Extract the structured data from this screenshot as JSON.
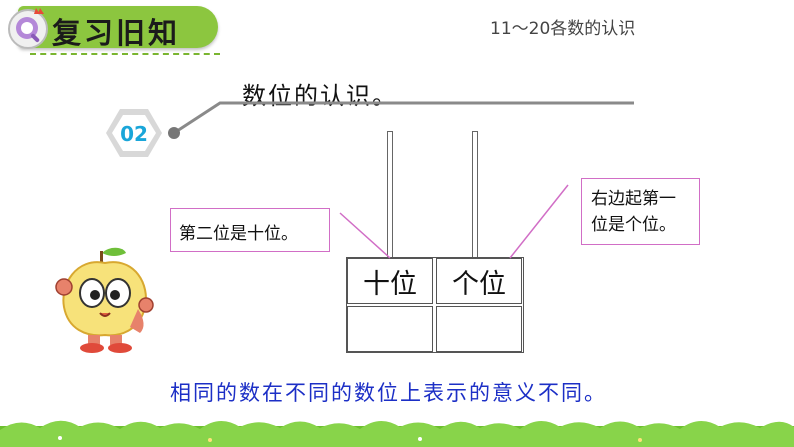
{
  "header": {
    "title": "复习旧知",
    "topic": "11～20各数的认识"
  },
  "section": {
    "number": "02",
    "title": "数位的认识。"
  },
  "abacus": {
    "tens_label": "十位",
    "ones_label": "个位"
  },
  "callouts": {
    "left": "第二位是十位。",
    "right_line1": "右边起第一",
    "right_line2": "位是个位。"
  },
  "summary": "相同的数在不同的数位上表示的意义不同。",
  "colors": {
    "accent_green": "#8cc63f",
    "callout_border": "#d16ec6",
    "summary_text": "#1c2fc6"
  },
  "icons": [
    "search-logo-icon",
    "hexagon-badge",
    "apple-mascot-icon",
    "grass-border"
  ]
}
